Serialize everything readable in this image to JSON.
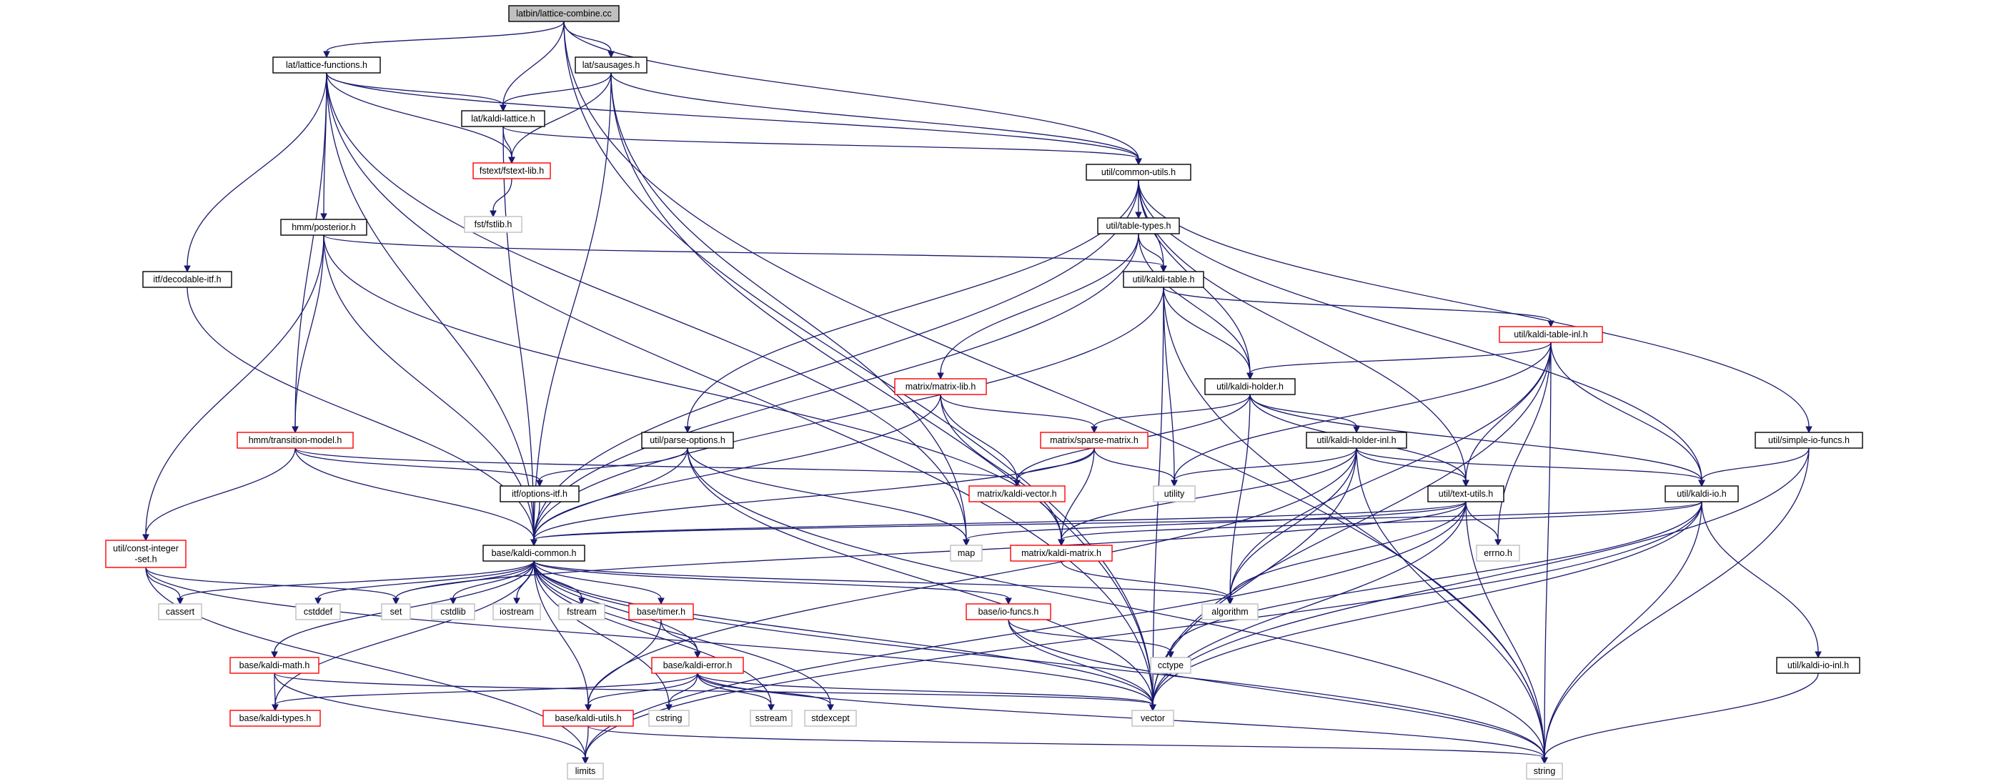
{
  "colors": {
    "edge": "#191970",
    "root_fill": "#bfbfbf",
    "normal_border": "#000000",
    "truncated_border": "#ff0000",
    "external_border": "#bfbfbf",
    "background": "#ffffff"
  },
  "nodes": [
    {
      "id": "root",
      "label": "latbin/lattice-combine.cc",
      "style": "root"
    },
    {
      "id": "latfunc",
      "label": "lat/lattice-functions.h",
      "style": "normal"
    },
    {
      "id": "sausages",
      "label": "lat/sausages.h",
      "style": "normal"
    },
    {
      "id": "kaldilattice",
      "label": "lat/kaldi-lattice.h",
      "style": "normal"
    },
    {
      "id": "fstextlib",
      "label": "fstext/fstext-lib.h",
      "style": "truncated"
    },
    {
      "id": "fstlib",
      "label": "fst/fstlib.h",
      "style": "external"
    },
    {
      "id": "commonutils",
      "label": "util/common-utils.h",
      "style": "normal"
    },
    {
      "id": "posterior",
      "label": "hmm/posterior.h",
      "style": "normal"
    },
    {
      "id": "tabletypes",
      "label": "util/table-types.h",
      "style": "normal"
    },
    {
      "id": "decodable",
      "label": "itf/decodable-itf.h",
      "style": "normal"
    },
    {
      "id": "kalditable",
      "label": "util/kaldi-table.h",
      "style": "normal"
    },
    {
      "id": "tableinl",
      "label": "util/kaldi-table-inl.h",
      "style": "truncated"
    },
    {
      "id": "matrixlib",
      "label": "matrix/matrix-lib.h",
      "style": "truncated"
    },
    {
      "id": "kaldiholder",
      "label": "util/kaldi-holder.h",
      "style": "normal"
    },
    {
      "id": "transmodel",
      "label": "hmm/transition-model.h",
      "style": "truncated"
    },
    {
      "id": "parseopts",
      "label": "util/parse-options.h",
      "style": "normal"
    },
    {
      "id": "sparse",
      "label": "matrix/sparse-matrix.h",
      "style": "truncated"
    },
    {
      "id": "holderinl",
      "label": "util/kaldi-holder-inl.h",
      "style": "normal"
    },
    {
      "id": "simpleio",
      "label": "util/simple-io-funcs.h",
      "style": "normal"
    },
    {
      "id": "optionsitf",
      "label": "itf/options-itf.h",
      "style": "normal"
    },
    {
      "id": "kaldivector",
      "label": "matrix/kaldi-vector.h",
      "style": "truncated"
    },
    {
      "id": "utility",
      "label": "utility",
      "style": "external"
    },
    {
      "id": "textutils",
      "label": "util/text-utils.h",
      "style": "normal"
    },
    {
      "id": "kaldiio",
      "label": "util/kaldi-io.h",
      "style": "normal"
    },
    {
      "id": "constintset",
      "label": "util/const-integer\n-set.h",
      "style": "truncated"
    },
    {
      "id": "kaldicommon",
      "label": "base/kaldi-common.h",
      "style": "normal"
    },
    {
      "id": "map",
      "label": "map",
      "style": "external"
    },
    {
      "id": "kaldimatrix",
      "label": "matrix/kaldi-matrix.h",
      "style": "truncated"
    },
    {
      "id": "errno",
      "label": "errno.h",
      "style": "external"
    },
    {
      "id": "cassert",
      "label": "cassert",
      "style": "external"
    },
    {
      "id": "cstddef",
      "label": "cstddef",
      "style": "external"
    },
    {
      "id": "set",
      "label": "set",
      "style": "external"
    },
    {
      "id": "cstdlib",
      "label": "cstdlib",
      "style": "external"
    },
    {
      "id": "iostream",
      "label": "iostream",
      "style": "external"
    },
    {
      "id": "fstream",
      "label": "fstream",
      "style": "external"
    },
    {
      "id": "timer",
      "label": "base/timer.h",
      "style": "truncated"
    },
    {
      "id": "iofuncs",
      "label": "base/io-funcs.h",
      "style": "truncated"
    },
    {
      "id": "algorithm",
      "label": "algorithm",
      "style": "external"
    },
    {
      "id": "cctype",
      "label": "cctype",
      "style": "external"
    },
    {
      "id": "kaldimath",
      "label": "base/kaldi-math.h",
      "style": "truncated"
    },
    {
      "id": "kaldierror",
      "label": "base/kaldi-error.h",
      "style": "truncated"
    },
    {
      "id": "ioinl",
      "label": "util/kaldi-io-inl.h",
      "style": "normal"
    },
    {
      "id": "kalditypes",
      "label": "base/kaldi-types.h",
      "style": "truncated"
    },
    {
      "id": "kaldiutils",
      "label": "base/kaldi-utils.h",
      "style": "truncated"
    },
    {
      "id": "cstring",
      "label": "cstring",
      "style": "external"
    },
    {
      "id": "sstream",
      "label": "sstream",
      "style": "external"
    },
    {
      "id": "stdexcept",
      "label": "stdexcept",
      "style": "external"
    },
    {
      "id": "vector",
      "label": "vector",
      "style": "external"
    },
    {
      "id": "limits",
      "label": "limits",
      "style": "external"
    },
    {
      "id": "string",
      "label": "string",
      "style": "external"
    }
  ],
  "edges": [
    [
      "root",
      "latfunc"
    ],
    [
      "root",
      "sausages"
    ],
    [
      "root",
      "kaldilattice"
    ],
    [
      "root",
      "commonutils"
    ],
    [
      "root",
      "vector"
    ],
    [
      "root",
      "string"
    ],
    [
      "latfunc",
      "kaldilattice"
    ],
    [
      "latfunc",
      "fstextlib"
    ],
    [
      "latfunc",
      "posterior"
    ],
    [
      "latfunc",
      "decodable"
    ],
    [
      "latfunc",
      "transmodel"
    ],
    [
      "latfunc",
      "kaldicommon"
    ],
    [
      "latfunc",
      "map"
    ],
    [
      "latfunc",
      "vector"
    ],
    [
      "latfunc",
      "commonutils"
    ],
    [
      "sausages",
      "kaldilattice"
    ],
    [
      "sausages",
      "fstextlib"
    ],
    [
      "sausages",
      "commonutils"
    ],
    [
      "sausages",
      "kaldicommon"
    ],
    [
      "sausages",
      "vector"
    ],
    [
      "sausages",
      "map"
    ],
    [
      "kaldilattice",
      "fstextlib"
    ],
    [
      "kaldilattice",
      "commonutils"
    ],
    [
      "kaldilattice",
      "kaldicommon"
    ],
    [
      "fstextlib",
      "fstlib"
    ],
    [
      "commonutils",
      "tabletypes"
    ],
    [
      "commonutils",
      "kalditable"
    ],
    [
      "commonutils",
      "kaldiholder"
    ],
    [
      "commonutils",
      "parseopts"
    ],
    [
      "commonutils",
      "simpleio"
    ],
    [
      "commonutils",
      "kaldiio"
    ],
    [
      "commonutils",
      "textutils"
    ],
    [
      "commonutils",
      "kaldicommon"
    ],
    [
      "posterior",
      "kalditable"
    ],
    [
      "posterior",
      "transmodel"
    ],
    [
      "posterior",
      "constintset"
    ],
    [
      "posterior",
      "kaldicommon"
    ],
    [
      "posterior",
      "kaldimatrix"
    ],
    [
      "decodable",
      "kaldicommon"
    ],
    [
      "tabletypes",
      "kalditable"
    ],
    [
      "tabletypes",
      "kaldiholder"
    ],
    [
      "tabletypes",
      "matrixlib"
    ],
    [
      "tabletypes",
      "kaldicommon"
    ],
    [
      "kalditable",
      "tableinl"
    ],
    [
      "kalditable",
      "kaldiholder"
    ],
    [
      "kalditable",
      "utility"
    ],
    [
      "kalditable",
      "kaldicommon"
    ],
    [
      "kalditable",
      "string"
    ],
    [
      "kalditable",
      "vector"
    ],
    [
      "tableinl",
      "kaldiholder"
    ],
    [
      "tableinl",
      "textutils"
    ],
    [
      "tableinl",
      "kaldiio"
    ],
    [
      "tableinl",
      "utility"
    ],
    [
      "tableinl",
      "algorithm"
    ],
    [
      "tableinl",
      "errno"
    ],
    [
      "tableinl",
      "vector"
    ],
    [
      "tableinl",
      "string"
    ],
    [
      "matrixlib",
      "sparse"
    ],
    [
      "matrixlib",
      "kaldivector"
    ],
    [
      "matrixlib",
      "kaldimatrix"
    ],
    [
      "matrixlib",
      "kaldicommon"
    ],
    [
      "kaldiholder",
      "sparse"
    ],
    [
      "kaldiholder",
      "holderinl"
    ],
    [
      "kaldiholder",
      "kaldivector"
    ],
    [
      "kaldiholder",
      "textutils"
    ],
    [
      "kaldiholder",
      "kaldiio"
    ],
    [
      "kaldiholder",
      "algorithm"
    ],
    [
      "transmodel",
      "constintset"
    ],
    [
      "transmodel",
      "optionsitf"
    ],
    [
      "transmodel",
      "kaldivector"
    ],
    [
      "transmodel",
      "kaldicommon"
    ],
    [
      "parseopts",
      "optionsitf"
    ],
    [
      "parseopts",
      "kaldicommon"
    ],
    [
      "parseopts",
      "map"
    ],
    [
      "parseopts",
      "vector"
    ],
    [
      "parseopts",
      "string"
    ],
    [
      "sparse",
      "kaldivector"
    ],
    [
      "sparse",
      "kaldimatrix"
    ],
    [
      "sparse",
      "utility"
    ],
    [
      "sparse",
      "kaldicommon"
    ],
    [
      "holderinl",
      "utility"
    ],
    [
      "holderinl",
      "textutils"
    ],
    [
      "holderinl",
      "kaldiio"
    ],
    [
      "holderinl",
      "kaldimatrix"
    ],
    [
      "holderinl",
      "algorithm"
    ],
    [
      "holderinl",
      "vector"
    ],
    [
      "holderinl",
      "string"
    ],
    [
      "holderinl",
      "kaldiutils"
    ],
    [
      "simpleio",
      "kaldiio"
    ],
    [
      "simpleio",
      "vector"
    ],
    [
      "simpleio",
      "string"
    ],
    [
      "optionsitf",
      "kaldicommon"
    ],
    [
      "textutils",
      "kaldicommon"
    ],
    [
      "textutils",
      "map"
    ],
    [
      "textutils",
      "set"
    ],
    [
      "textutils",
      "errno"
    ],
    [
      "textutils",
      "algorithm"
    ],
    [
      "textutils",
      "vector"
    ],
    [
      "textutils",
      "string"
    ],
    [
      "textutils",
      "limits"
    ],
    [
      "kaldiio",
      "kaldicommon"
    ],
    [
      "kaldiio",
      "kaldimatrix"
    ],
    [
      "kaldiio",
      "ioinl"
    ],
    [
      "kaldiio",
      "cctype"
    ],
    [
      "kaldiio",
      "vector"
    ],
    [
      "kaldiio",
      "string"
    ],
    [
      "kaldiio",
      "limits"
    ],
    [
      "constintset",
      "cassert"
    ],
    [
      "constintset",
      "set"
    ],
    [
      "constintset",
      "vector"
    ],
    [
      "constintset",
      "limits"
    ],
    [
      "kaldicommon",
      "cassert"
    ],
    [
      "kaldicommon",
      "cstddef"
    ],
    [
      "kaldicommon",
      "set"
    ],
    [
      "kaldicommon",
      "cstdlib"
    ],
    [
      "kaldicommon",
      "iostream"
    ],
    [
      "kaldicommon",
      "fstream"
    ],
    [
      "kaldicommon",
      "timer"
    ],
    [
      "kaldicommon",
      "iofuncs"
    ],
    [
      "kaldicommon",
      "algorithm"
    ],
    [
      "kaldicommon",
      "kaldimath"
    ],
    [
      "kaldicommon",
      "kaldierror"
    ],
    [
      "kaldicommon",
      "kalditypes"
    ],
    [
      "kaldicommon",
      "kaldiutils"
    ],
    [
      "kaldicommon",
      "cstring"
    ],
    [
      "kaldicommon",
      "sstream"
    ],
    [
      "kaldicommon",
      "stdexcept"
    ],
    [
      "kaldicommon",
      "vector"
    ],
    [
      "kaldicommon",
      "string"
    ],
    [
      "kaldimatrix",
      "algorithm"
    ],
    [
      "timer",
      "kaldierror"
    ],
    [
      "timer",
      "kaldiutils"
    ],
    [
      "iofuncs",
      "cctype"
    ],
    [
      "iofuncs",
      "vector"
    ],
    [
      "iofuncs",
      "string"
    ],
    [
      "kaldimath",
      "kalditypes"
    ],
    [
      "kaldimath",
      "limits"
    ],
    [
      "kaldimath",
      "vector"
    ],
    [
      "kaldierror",
      "kalditypes"
    ],
    [
      "kaldierror",
      "kaldiutils"
    ],
    [
      "kaldierror",
      "cstring"
    ],
    [
      "kaldierror",
      "sstream"
    ],
    [
      "kaldierror",
      "stdexcept"
    ],
    [
      "kaldierror",
      "vector"
    ],
    [
      "kaldierror",
      "string"
    ],
    [
      "ioinl",
      "string"
    ],
    [
      "kaldiutils",
      "limits"
    ],
    [
      "kaldiutils",
      "string"
    ]
  ]
}
